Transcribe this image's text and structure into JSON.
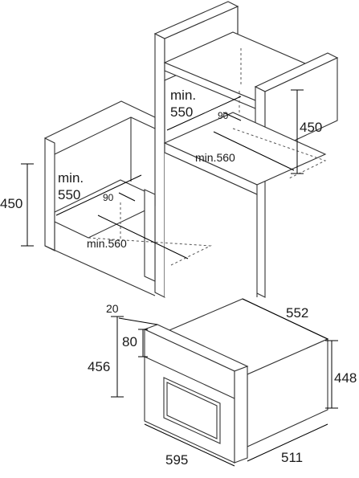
{
  "colors": {
    "line": "#333333",
    "text": "#1a1a1a",
    "background": "#ffffff"
  },
  "dimensions": {
    "tall_niche": {
      "min_label": "min.",
      "min_value": "550",
      "inner_depth": "90",
      "height": "450",
      "depth": "min.560"
    },
    "low_niche": {
      "min_label": "min.",
      "min_value": "550",
      "inner_depth": "90",
      "height": "450",
      "depth": "min.560"
    },
    "appliance": {
      "front_panel_depth": "20",
      "front_panel_height": "80",
      "front_height": "456",
      "body_depth": "552",
      "body_height": "448",
      "front_width": "595",
      "body_width": "511"
    }
  }
}
